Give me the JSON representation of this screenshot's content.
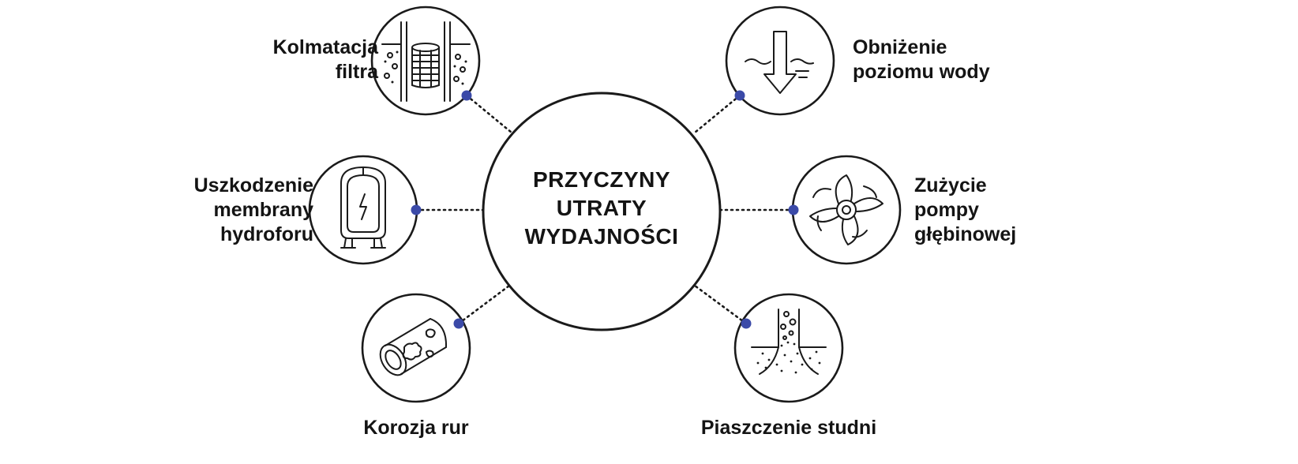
{
  "center": {
    "lines": [
      "PRZYCZYNY",
      "UTRATY",
      "WYDAJNOŚCI"
    ]
  },
  "causes": [
    {
      "id": "kolmatacja",
      "lines": [
        "Kolmatacja",
        "filtra"
      ],
      "icon": "filter-clogging-icon"
    },
    {
      "id": "membrana",
      "lines": [
        "Uszkodzenie",
        "membrany",
        "hydroforu"
      ],
      "icon": "pressure-tank-icon"
    },
    {
      "id": "korozja",
      "lines": [
        "Korozja rur"
      ],
      "icon": "corroded-pipe-icon"
    },
    {
      "id": "poziom",
      "lines": [
        "Obniżenie",
        "poziomu wody"
      ],
      "icon": "water-level-drop-icon"
    },
    {
      "id": "pompa",
      "lines": [
        "Zużycie",
        "pompy",
        "głębinowej"
      ],
      "icon": "pump-impeller-icon"
    },
    {
      "id": "piaszczenie",
      "lines": [
        "Piaszczenie studni"
      ],
      "icon": "well-sanding-icon"
    }
  ],
  "colors": {
    "accent_dot": "#3b4aa8",
    "stroke": "#1a1a1a",
    "text": "#141414",
    "background": "#ffffff"
  }
}
